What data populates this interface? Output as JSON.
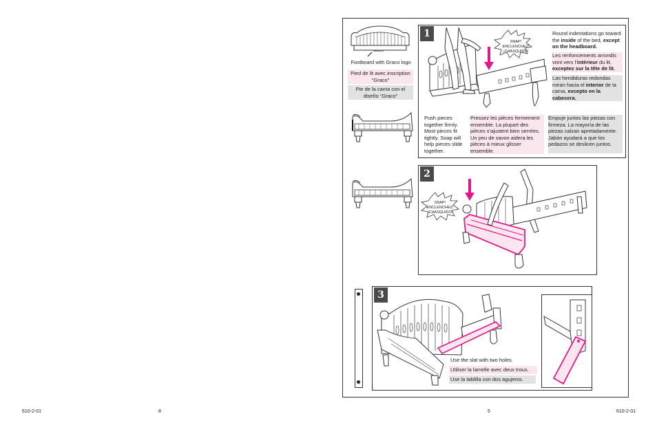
{
  "colors": {
    "accent": "#e0188c",
    "pink_fill": "#fbe6ef",
    "gray_fill": "#e2e2e2",
    "line": "#333333"
  },
  "sidebar": {
    "logo_stamp": "GRACO",
    "caption_en": "Footboard with Graco logo",
    "caption_fr": "Pied de lit avec inscription “Graco”",
    "caption_es": "Pie de la cama con el diseño “Graco”"
  },
  "step1": {
    "number": "1",
    "snap": "SNAP! ENCLENCHEZ! ¡CHASQUIDO!",
    "note_en_pre": "Round indentations go toward the ",
    "note_en_b1": "inside",
    "note_en_mid": " of the bed, ",
    "note_en_b2": "except on the headboard.",
    "note_fr_pre": "Les renfoncements arrondis vont vers l’",
    "note_fr_b1": "intérieur",
    "note_fr_mid": " du lit, ",
    "note_fr_b2": "exceptez sur la tête de lit.",
    "note_es_pre": "Las hendiduras redondas miran hacia el ",
    "note_es_b1": "interior",
    "note_es_mid": " de la cama, ",
    "note_es_b2": "excepto en la cabecera.",
    "push_en": "Push pieces together firmly. Most pieces fit tightly. Soap will help pieces slide together.",
    "push_fr": "Pressez les pièces fermement ensemble. La plupart des pièces s’ajustent bien serrées. Un peu de savon aidera les pièces à mieux glisser ensemble.",
    "push_es": "Empuje juntos las piezas con firmeza. La mayoría de las piezas calzan apretadamente. Jabón ayudará a que los pedazos se deslicen juntos."
  },
  "step2": {
    "number": "2",
    "snap": "SNAP! ENCLENCHEZ! ¡CHASQUIDO!"
  },
  "step3": {
    "number": "3",
    "use_en": "Use the slat with two holes.",
    "use_fr": "Utiliser la lamelle avec deux trous.",
    "use_es": "Use la tablilla con dos agujeros."
  },
  "footer": {
    "left_code": "610-2-01",
    "left_page": "8",
    "right_page": "5",
    "right_code": "610-2-01"
  }
}
